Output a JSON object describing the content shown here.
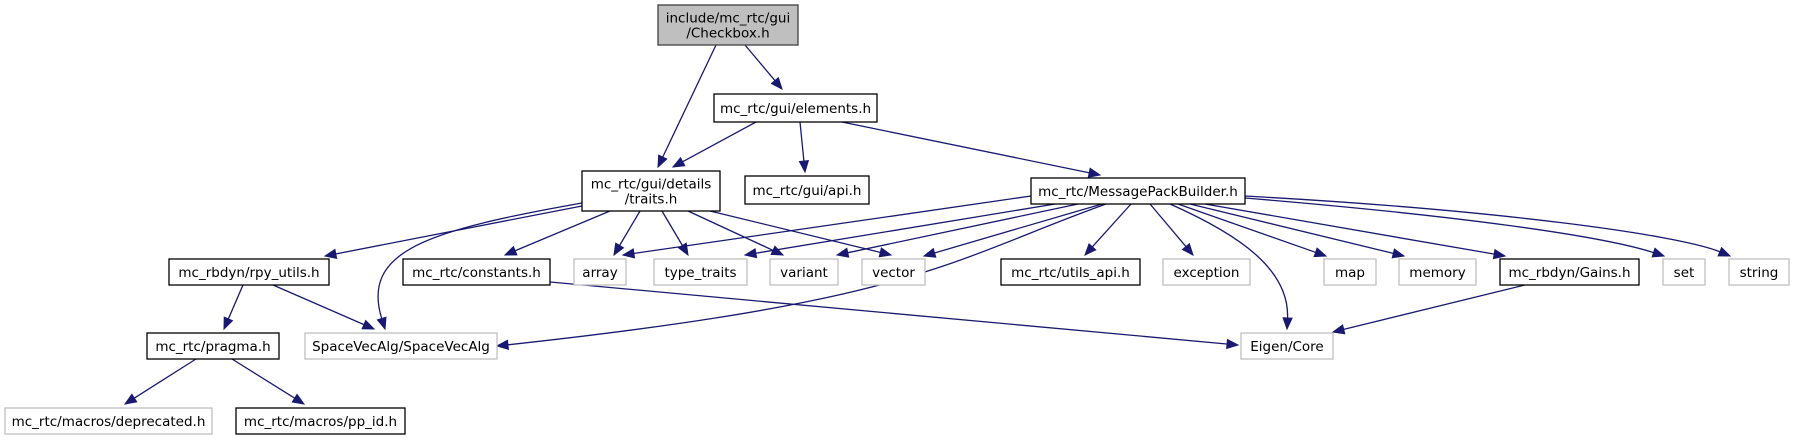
{
  "title": "Include dependency graph for Checkbox.h",
  "colors": {
    "edge": "#191970",
    "root_fill": "#bfbfbf",
    "root_border": "#404040",
    "documented_border": "#000000",
    "external_border": "#bfbfbf"
  },
  "nodes": [
    {
      "id": "checkbox",
      "lines": [
        "include/mc_rtc/gui",
        "/Checkbox.h"
      ],
      "kind": "root"
    },
    {
      "id": "elements",
      "lines": [
        "mc_rtc/gui/elements.h"
      ],
      "kind": "doc"
    },
    {
      "id": "traits",
      "lines": [
        "mc_rtc/gui/details",
        "/traits.h"
      ],
      "kind": "doc"
    },
    {
      "id": "api",
      "lines": [
        "mc_rtc/gui/api.h"
      ],
      "kind": "doc"
    },
    {
      "id": "mpb",
      "lines": [
        "mc_rtc/MessagePackBuilder.h"
      ],
      "kind": "doc"
    },
    {
      "id": "rpy",
      "lines": [
        "mc_rbdyn/rpy_utils.h"
      ],
      "kind": "doc"
    },
    {
      "id": "constants",
      "lines": [
        "mc_rtc/constants.h"
      ],
      "kind": "doc"
    },
    {
      "id": "array",
      "lines": [
        "array"
      ],
      "kind": "ext"
    },
    {
      "id": "type_traits",
      "lines": [
        "type_traits"
      ],
      "kind": "ext"
    },
    {
      "id": "variant",
      "lines": [
        "variant"
      ],
      "kind": "ext"
    },
    {
      "id": "vector",
      "lines": [
        "vector"
      ],
      "kind": "ext"
    },
    {
      "id": "utils_api",
      "lines": [
        "mc_rtc/utils_api.h"
      ],
      "kind": "doc"
    },
    {
      "id": "exception",
      "lines": [
        "exception"
      ],
      "kind": "ext"
    },
    {
      "id": "map",
      "lines": [
        "map"
      ],
      "kind": "ext"
    },
    {
      "id": "memory",
      "lines": [
        "memory"
      ],
      "kind": "ext"
    },
    {
      "id": "gains",
      "lines": [
        "mc_rbdyn/Gains.h"
      ],
      "kind": "doc"
    },
    {
      "id": "set",
      "lines": [
        "set"
      ],
      "kind": "ext"
    },
    {
      "id": "string",
      "lines": [
        "string"
      ],
      "kind": "ext"
    },
    {
      "id": "pragma",
      "lines": [
        "mc_rtc/pragma.h"
      ],
      "kind": "doc"
    },
    {
      "id": "svalg",
      "lines": [
        "SpaceVecAlg/SpaceVecAlg"
      ],
      "kind": "ext"
    },
    {
      "id": "eigen",
      "lines": [
        "Eigen/Core"
      ],
      "kind": "ext"
    },
    {
      "id": "deprecated",
      "lines": [
        "mc_rtc/macros/deprecated.h"
      ],
      "kind": "ext"
    },
    {
      "id": "pp_id",
      "lines": [
        "mc_rtc/macros/pp_id.h"
      ],
      "kind": "doc"
    }
  ],
  "edges": [
    {
      "from": "checkbox",
      "to": "elements"
    },
    {
      "from": "checkbox",
      "to": "traits"
    },
    {
      "from": "elements",
      "to": "traits"
    },
    {
      "from": "elements",
      "to": "api"
    },
    {
      "from": "elements",
      "to": "mpb"
    },
    {
      "from": "traits",
      "to": "rpy"
    },
    {
      "from": "traits",
      "to": "svalg"
    },
    {
      "from": "traits",
      "to": "constants"
    },
    {
      "from": "traits",
      "to": "array"
    },
    {
      "from": "traits",
      "to": "type_traits"
    },
    {
      "from": "traits",
      "to": "variant"
    },
    {
      "from": "traits",
      "to": "vector"
    },
    {
      "from": "mpb",
      "to": "array"
    },
    {
      "from": "mpb",
      "to": "type_traits"
    },
    {
      "from": "mpb",
      "to": "variant"
    },
    {
      "from": "mpb",
      "to": "vector"
    },
    {
      "from": "mpb",
      "to": "svalg"
    },
    {
      "from": "mpb",
      "to": "utils_api"
    },
    {
      "from": "mpb",
      "to": "exception"
    },
    {
      "from": "mpb",
      "to": "eigen"
    },
    {
      "from": "mpb",
      "to": "map"
    },
    {
      "from": "mpb",
      "to": "memory"
    },
    {
      "from": "mpb",
      "to": "gains"
    },
    {
      "from": "mpb",
      "to": "set"
    },
    {
      "from": "mpb",
      "to": "string"
    },
    {
      "from": "rpy",
      "to": "pragma"
    },
    {
      "from": "rpy",
      "to": "svalg"
    },
    {
      "from": "constants",
      "to": "eigen"
    },
    {
      "from": "gains",
      "to": "eigen"
    },
    {
      "from": "pragma",
      "to": "deprecated"
    },
    {
      "from": "pragma",
      "to": "pp_id"
    }
  ]
}
